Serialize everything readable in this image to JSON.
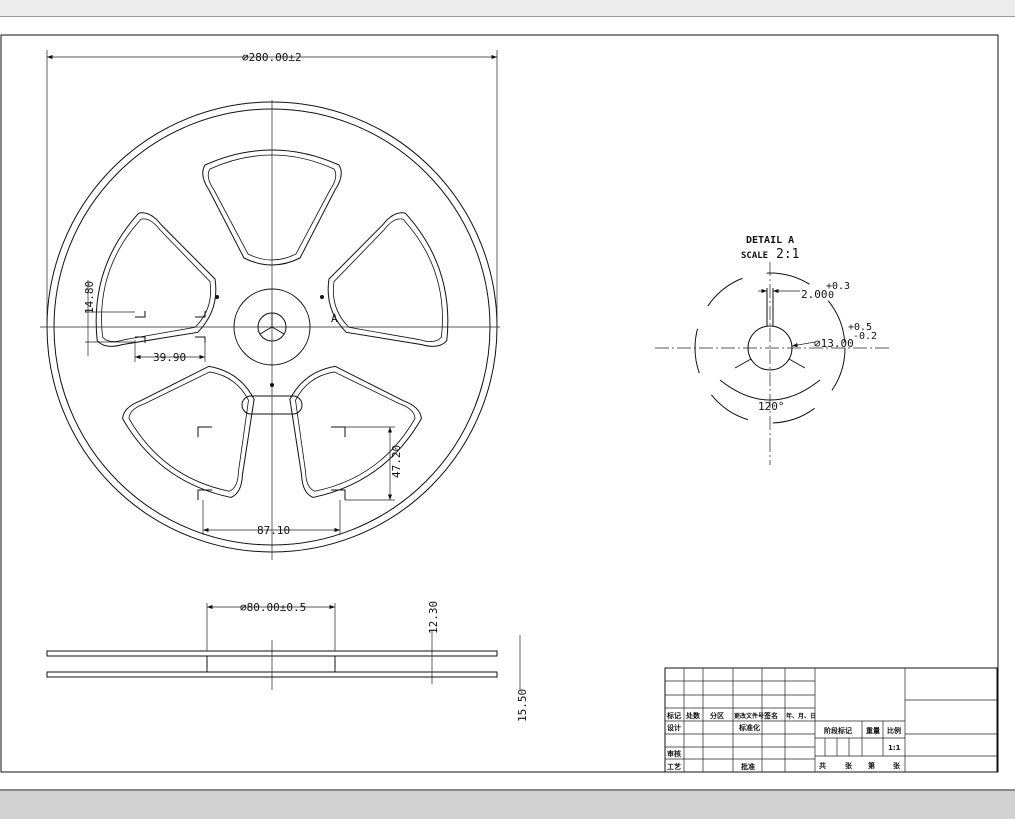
{
  "drawing": {
    "main_view": {
      "outer_diameter": "⌀280.00±2",
      "dim_14_80": "14.80",
      "dim_39_90": "39.90",
      "dim_47_20": "47.20",
      "dim_87_10": "87.10",
      "detail_marker": "A"
    },
    "side_view": {
      "hub_diameter": "⌀80.00±0.5",
      "dim_12_30": "12.30",
      "dim_15_50": "15.50"
    },
    "detail_a": {
      "title": "DETAIL A",
      "scale_label": "SCALE",
      "scale_value": "2:1",
      "slot_width": "2.00",
      "slot_tol_upper": "+0.3",
      "slot_tol_lower": "0",
      "bore_diameter": "⌀13.00",
      "bore_tol_upper": "+0.5",
      "bore_tol_lower": "-0.2",
      "angle": "120°"
    },
    "title_block": {
      "mark": "标记",
      "count": "处数",
      "zone": "分区",
      "change_doc": "更改文件号",
      "signature": "签名",
      "date": "年、月、日",
      "design": "设计",
      "standardization": "标准化",
      "review": "审核",
      "process": "工艺",
      "approve": "批准",
      "stage_mark": "阶段标记",
      "weight": "重量",
      "scale": "比例",
      "scale_value": "1:1",
      "total": "共",
      "sheets1": "张",
      "page": "第",
      "sheets2": "张"
    }
  }
}
